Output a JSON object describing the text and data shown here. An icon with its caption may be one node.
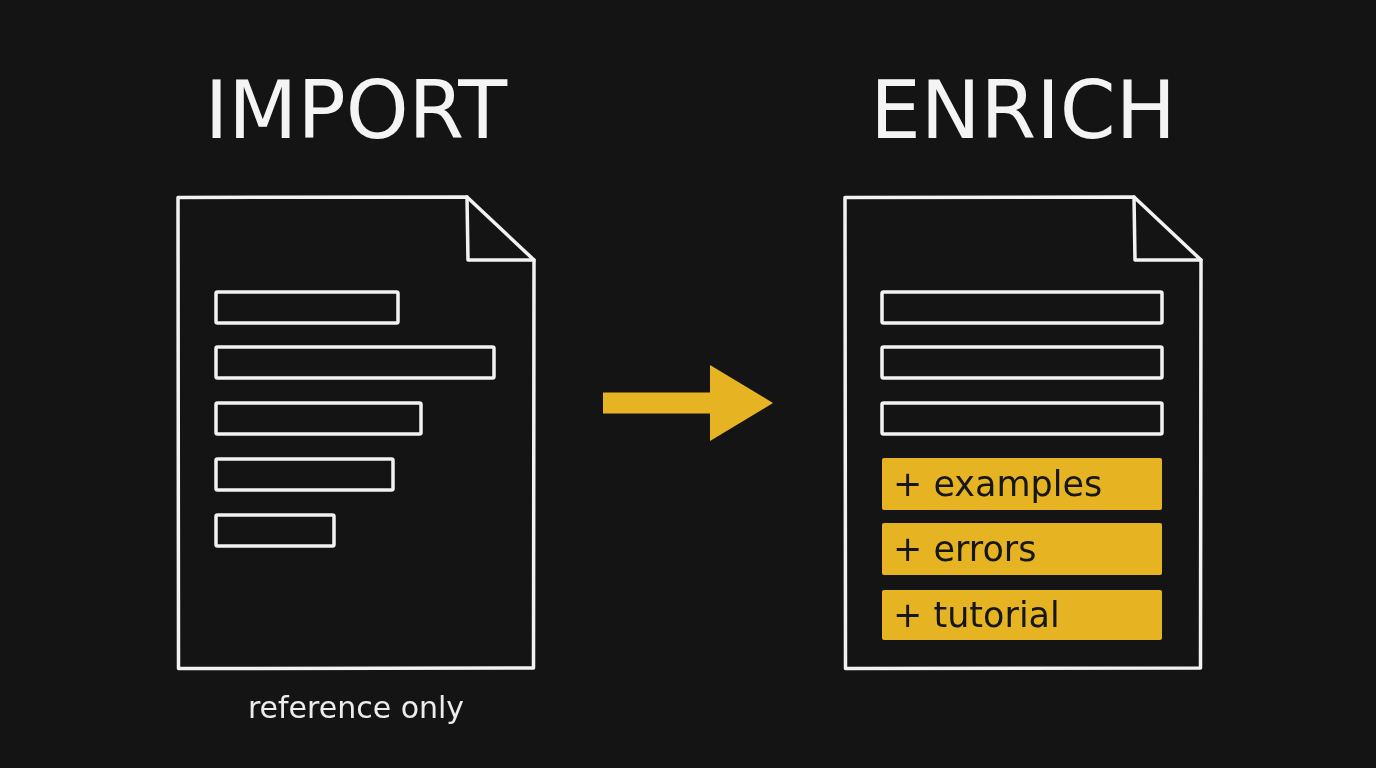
{
  "diagram": {
    "nodes": [
      {
        "text": [
          "IMPORT"
        ],
        "beside": [
          "reference only"
        ]
      },
      {
        "text": [
          "ENRICH"
        ]
      },
      {
        "text": [
          "+ examples"
        ],
        "in": 1
      },
      {
        "text": [
          "+ errors"
        ],
        "in": 1
      },
      {
        "text": [
          "+ tutorial"
        ],
        "in": 1
      }
    ],
    "edges": [
      {
        "from": 0,
        "to": 1,
        "arrow": "to",
        "color": "#e6b422"
      }
    ]
  }
}
